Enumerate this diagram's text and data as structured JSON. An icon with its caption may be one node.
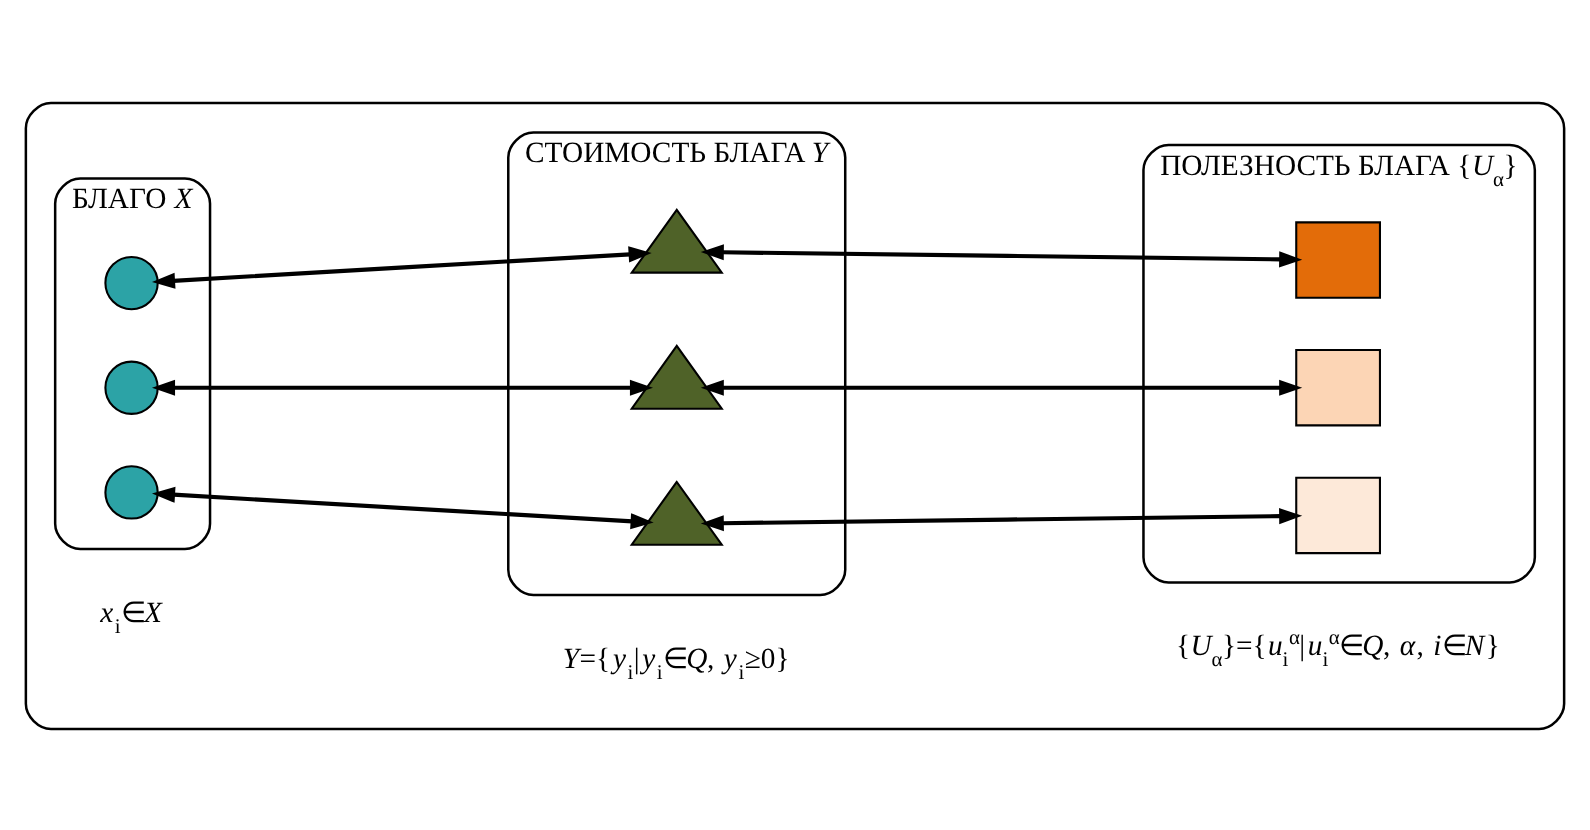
{
  "diagram": {
    "nodes": [
      {
        "text": [],
        "shape": "box"
      },
      {
        "text": [
          "БЛАГО *X*"
        ],
        "in": 0,
        "beside": [
          "*x*$_{i}$∈*X*"
        ]
      },
      {
        "text": [
          "СТОИМОСТЬ БЛАГА *Y*"
        ],
        "in": 0,
        "beside": [
          "*Y*={*y*$_{i}$|*y*$_{i}$∈*Q*, *y*$_{i}$≥0}"
        ]
      },
      {
        "text": [
          "ПОЛЕЗНОСТЬ БЛАГА {*U*$_{α}$}"
        ],
        "in": 0,
        "beside": [
          "{*U*$_{α}$}={*u*$_{i}$$^{α}$|*u*$_{i}$$^{α}$∈*Q*, *α*, *i*∈*N*}"
        ]
      },
      {
        "text": [],
        "shape": "circle",
        "in": 1
      },
      {
        "text": [],
        "shape": "circle",
        "in": 1
      },
      {
        "text": [],
        "shape": "circle",
        "in": 1
      },
      {
        "text": [],
        "shape": "triangle",
        "in": 2
      },
      {
        "text": [],
        "shape": "triangle",
        "in": 2
      },
      {
        "text": [],
        "shape": "triangle",
        "in": 2
      },
      {
        "text": [],
        "shape": "box",
        "in": 3
      },
      {
        "text": [],
        "shape": "box",
        "in": 3
      },
      {
        "text": [],
        "shape": "box",
        "in": 3
      }
    ],
    "edges": [
      {
        "from": 4,
        "to": 7,
        "arrow": "both"
      },
      {
        "from": 7,
        "to": 10,
        "arrow": "both"
      },
      {
        "from": 5,
        "to": 8,
        "arrow": "both"
      },
      {
        "from": 8,
        "to": 11,
        "arrow": "both"
      },
      {
        "from": 6,
        "to": 9,
        "arrow": "both"
      },
      {
        "from": 9,
        "to": 12,
        "arrow": "both"
      }
    ]
  }
}
